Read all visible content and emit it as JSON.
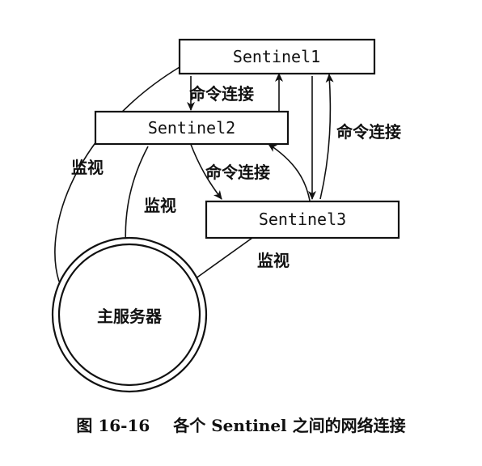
{
  "nodes": {
    "sentinel1": "Sentinel1",
    "sentinel2": "Sentinel2",
    "sentinel3": "Sentinel3",
    "master": "主服务器"
  },
  "edges": {
    "cmd_1_2": "命令连接",
    "cmd_2_3": "命令连接",
    "cmd_1_3": "命令连接",
    "monitor_1": "监视",
    "monitor_2": "监视",
    "monitor_3": "监视"
  },
  "caption": {
    "number": "图 16-16",
    "text": "各个 Sentinel 之间的网络连接"
  }
}
